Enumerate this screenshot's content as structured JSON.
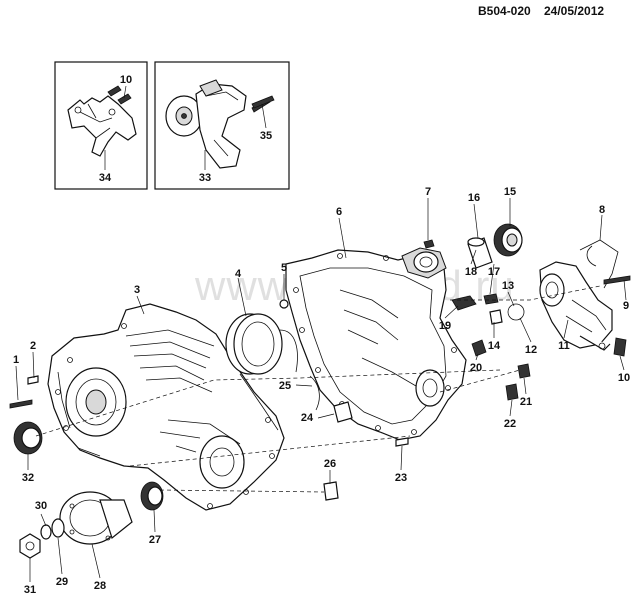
{
  "header": {
    "code": "B504-020",
    "date": "24/05/2012"
  },
  "watermark": "www.gmsklad.ru",
  "callouts": [
    {
      "id": "1",
      "text": "1"
    },
    {
      "id": "2",
      "text": "2"
    },
    {
      "id": "3",
      "text": "3"
    },
    {
      "id": "4",
      "text": "4"
    },
    {
      "id": "5",
      "text": "5"
    },
    {
      "id": "6",
      "text": "6"
    },
    {
      "id": "7",
      "text": "7"
    },
    {
      "id": "8",
      "text": "8"
    },
    {
      "id": "9",
      "text": "9"
    },
    {
      "id": "10a",
      "text": "10"
    },
    {
      "id": "10b",
      "text": "10"
    },
    {
      "id": "11",
      "text": "11"
    },
    {
      "id": "12",
      "text": "12"
    },
    {
      "id": "13",
      "text": "13"
    },
    {
      "id": "14",
      "text": "14"
    },
    {
      "id": "15",
      "text": "15"
    },
    {
      "id": "16",
      "text": "16"
    },
    {
      "id": "17",
      "text": "17"
    },
    {
      "id": "18",
      "text": "18"
    },
    {
      "id": "19",
      "text": "19"
    },
    {
      "id": "20",
      "text": "20"
    },
    {
      "id": "21",
      "text": "21"
    },
    {
      "id": "22",
      "text": "22"
    },
    {
      "id": "23",
      "text": "23"
    },
    {
      "id": "24",
      "text": "24"
    },
    {
      "id": "25",
      "text": "25"
    },
    {
      "id": "26",
      "text": "26"
    },
    {
      "id": "27",
      "text": "27"
    },
    {
      "id": "28",
      "text": "28"
    },
    {
      "id": "29",
      "text": "29"
    },
    {
      "id": "30",
      "text": "30"
    },
    {
      "id": "31",
      "text": "31"
    },
    {
      "id": "32",
      "text": "32"
    },
    {
      "id": "33",
      "text": "33"
    },
    {
      "id": "34",
      "text": "34"
    },
    {
      "id": "35",
      "text": "35"
    }
  ]
}
